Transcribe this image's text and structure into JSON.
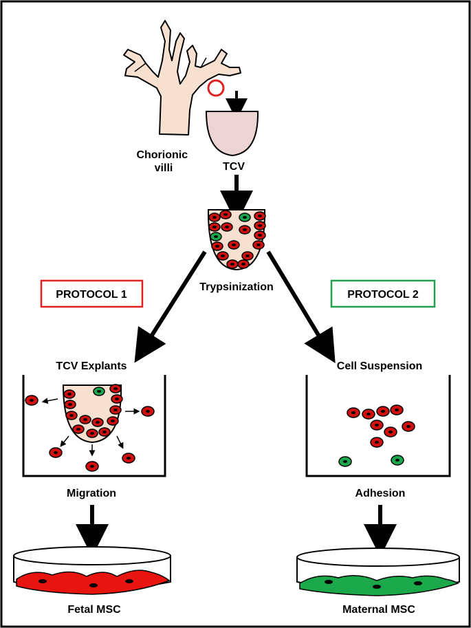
{
  "labels": {
    "chorionic_villi_line1": "Chorionic",
    "chorionic_villi_line2": "villi",
    "tcv": "TCV",
    "trypsinization": "Trypsinization",
    "protocol1": "PROTOCOL 1",
    "protocol2": "PROTOCOL 2",
    "tcv_explants": "TCV Explants",
    "cell_suspension": "Cell Suspension",
    "migration": "Migration",
    "adhesion": "Adhesion",
    "fetal_msc": "Fetal MSC",
    "maternal_msc": "Maternal MSC"
  },
  "colors": {
    "fetal_cell": "#d01010",
    "maternal_cell": "#1aa84a",
    "tissue": "#f7e0cf",
    "tcv_fill": "#ecd4d4",
    "protocol1_border": "#e02020",
    "protocol2_border": "#22a050"
  }
}
